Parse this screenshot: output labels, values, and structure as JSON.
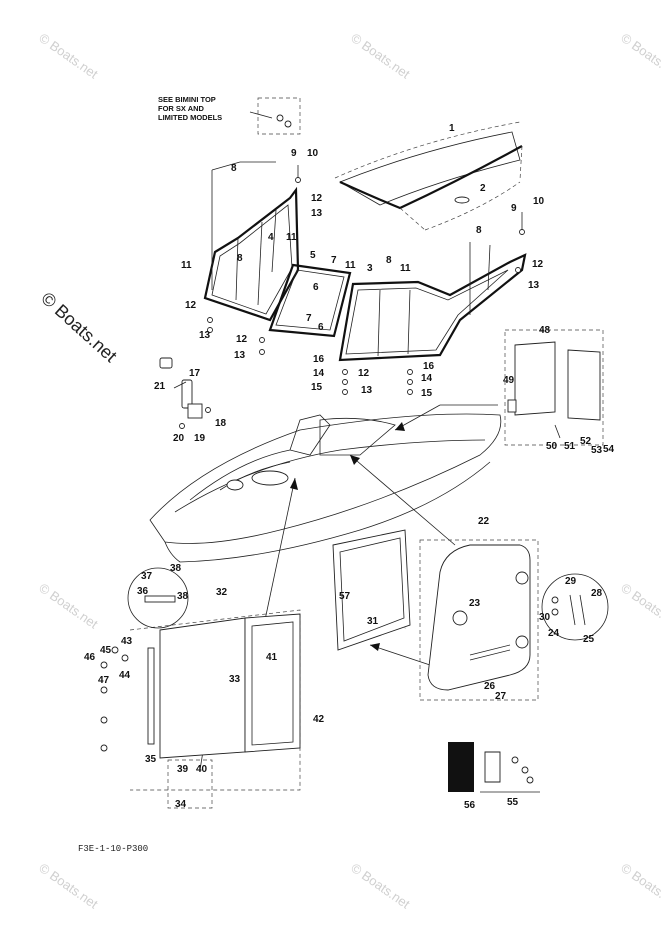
{
  "note": {
    "line1": "SEE BIMINI TOP",
    "line2": "FOR SX AND",
    "line3": "LIMITED MODELS"
  },
  "footer_code": "F3E-1-10-P300",
  "watermark": "© Boats.net",
  "callouts": [
    {
      "id": "c1",
      "label": "1"
    },
    {
      "id": "c2",
      "label": "2"
    },
    {
      "id": "c3",
      "label": "3"
    },
    {
      "id": "c4",
      "label": "4"
    },
    {
      "id": "c5",
      "label": "5"
    },
    {
      "id": "c6",
      "label": "6"
    },
    {
      "id": "c6b",
      "label": "6"
    },
    {
      "id": "c7",
      "label": "7"
    },
    {
      "id": "c7b",
      "label": "7"
    },
    {
      "id": "c8a",
      "label": "8"
    },
    {
      "id": "c8b",
      "label": "8"
    },
    {
      "id": "c8c",
      "label": "8"
    },
    {
      "id": "c8d",
      "label": "8"
    },
    {
      "id": "c9a",
      "label": "9"
    },
    {
      "id": "c9b",
      "label": "9"
    },
    {
      "id": "c10a",
      "label": "10"
    },
    {
      "id": "c10b",
      "label": "10"
    },
    {
      "id": "c11a",
      "label": "11"
    },
    {
      "id": "c11b",
      "label": "11"
    },
    {
      "id": "c11c",
      "label": "11"
    },
    {
      "id": "c11d",
      "label": "11"
    },
    {
      "id": "c12a",
      "label": "12"
    },
    {
      "id": "c12b",
      "label": "12"
    },
    {
      "id": "c12c",
      "label": "12"
    },
    {
      "id": "c12d",
      "label": "12"
    },
    {
      "id": "c12e",
      "label": "12"
    },
    {
      "id": "c13a",
      "label": "13"
    },
    {
      "id": "c13b",
      "label": "13"
    },
    {
      "id": "c13c",
      "label": "13"
    },
    {
      "id": "c13d",
      "label": "13"
    },
    {
      "id": "c13e",
      "label": "13"
    },
    {
      "id": "c14a",
      "label": "14"
    },
    {
      "id": "c14b",
      "label": "14"
    },
    {
      "id": "c15a",
      "label": "15"
    },
    {
      "id": "c15b",
      "label": "15"
    },
    {
      "id": "c16a",
      "label": "16"
    },
    {
      "id": "c16b",
      "label": "16"
    },
    {
      "id": "c17",
      "label": "17"
    },
    {
      "id": "c18",
      "label": "18"
    },
    {
      "id": "c19",
      "label": "19"
    },
    {
      "id": "c20",
      "label": "20"
    },
    {
      "id": "c21",
      "label": "21"
    },
    {
      "id": "c22",
      "label": "22"
    },
    {
      "id": "c23",
      "label": "23"
    },
    {
      "id": "c24",
      "label": "24"
    },
    {
      "id": "c25",
      "label": "25"
    },
    {
      "id": "c26",
      "label": "26"
    },
    {
      "id": "c27",
      "label": "27"
    },
    {
      "id": "c28",
      "label": "28"
    },
    {
      "id": "c29",
      "label": "29"
    },
    {
      "id": "c30",
      "label": "30"
    },
    {
      "id": "c31",
      "label": "31"
    },
    {
      "id": "c32",
      "label": "32"
    },
    {
      "id": "c33",
      "label": "33"
    },
    {
      "id": "c34",
      "label": "34"
    },
    {
      "id": "c35",
      "label": "35"
    },
    {
      "id": "c36",
      "label": "36"
    },
    {
      "id": "c37",
      "label": "37"
    },
    {
      "id": "c38a",
      "label": "38"
    },
    {
      "id": "c38b",
      "label": "38"
    },
    {
      "id": "c39",
      "label": "39"
    },
    {
      "id": "c40",
      "label": "40"
    },
    {
      "id": "c41",
      "label": "41"
    },
    {
      "id": "c42",
      "label": "42"
    },
    {
      "id": "c43",
      "label": "43"
    },
    {
      "id": "c44",
      "label": "44"
    },
    {
      "id": "c45",
      "label": "45"
    },
    {
      "id": "c46",
      "label": "46"
    },
    {
      "id": "c47",
      "label": "47"
    },
    {
      "id": "c48",
      "label": "48"
    },
    {
      "id": "c49",
      "label": "49"
    },
    {
      "id": "c50",
      "label": "50"
    },
    {
      "id": "c51",
      "label": "51"
    },
    {
      "id": "c52",
      "label": "52"
    },
    {
      "id": "c53",
      "label": "53"
    },
    {
      "id": "c54",
      "label": "54"
    },
    {
      "id": "c55",
      "label": "55"
    },
    {
      "id": "c56",
      "label": "56"
    },
    {
      "id": "c57",
      "label": "57"
    }
  ]
}
